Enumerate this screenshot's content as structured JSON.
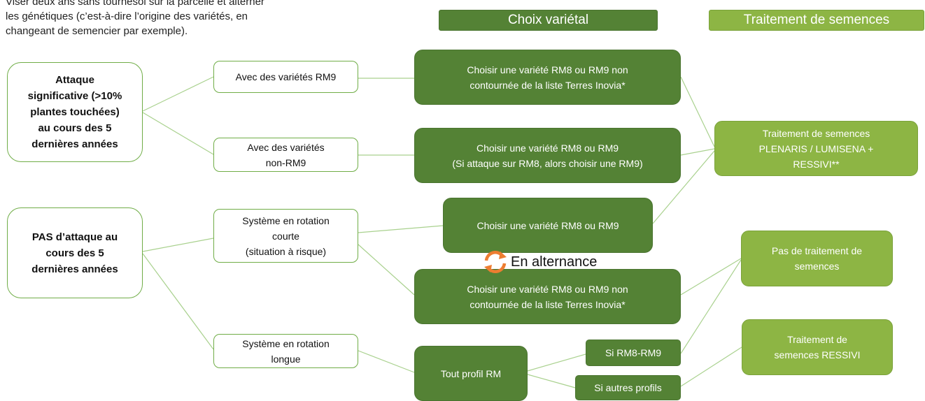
{
  "intro": {
    "line1": "Viser deux ans sans tournesol sur la parcelle et alterner",
    "line2": "les génétiques (c’est-à-dire l’origine des variétés, en",
    "line3": "changeant de semencier par exemple)."
  },
  "headers": {
    "varietal": "Choix variétal",
    "treatment": "Traitement de semences"
  },
  "situations": {
    "attack": [
      "Attaque",
      "significative (>10%",
      "plantes touchées)",
      "au cours des 5",
      "dernières années"
    ],
    "no_attack": [
      "PAS d’attaque au",
      "cours des 5",
      "dernières années"
    ]
  },
  "conditions": {
    "rm9": [
      "Avec des variétés RM9"
    ],
    "non_rm9": [
      "Avec des variétés",
      "non-RM9"
    ],
    "short_rotation": [
      "Système en rotation",
      "courte",
      "(situation à risque)"
    ],
    "long_rotation": [
      "Système en rotation",
      "longue"
    ]
  },
  "choices": {
    "c1": [
      "Choisir une variété RM8 ou RM9 non",
      "contournée de la liste Terres Inovia*"
    ],
    "c2": [
      "Choisir une variété RM8 ou RM9",
      "(Si attaque sur RM8, alors choisir une RM9)"
    ],
    "c3": [
      "Choisir une variété RM8 ou RM9"
    ],
    "c4": [
      "Choisir une variété RM8 ou RM9 non",
      "contournée de la liste Terres Inovia*"
    ],
    "all_profiles": [
      "Tout profil RM"
    ],
    "if_rm8_rm9": [
      "Si RM8-RM9"
    ],
    "if_other": [
      "Si autres profils"
    ]
  },
  "treatments": {
    "t1": [
      "Traitement de semences",
      "PLENARIS / LUMISENA +",
      "RESSIVI**"
    ],
    "t2": [
      "Pas de traitement de",
      "semences"
    ],
    "t3": [
      "Traitement de",
      "semences RESSIVI"
    ]
  },
  "alternance": "En alternance",
  "colors": {
    "dark_green": "#548235",
    "light_green": "#8db544",
    "border_green": "#70ad47",
    "cycle_orange": "#ed7d31"
  }
}
